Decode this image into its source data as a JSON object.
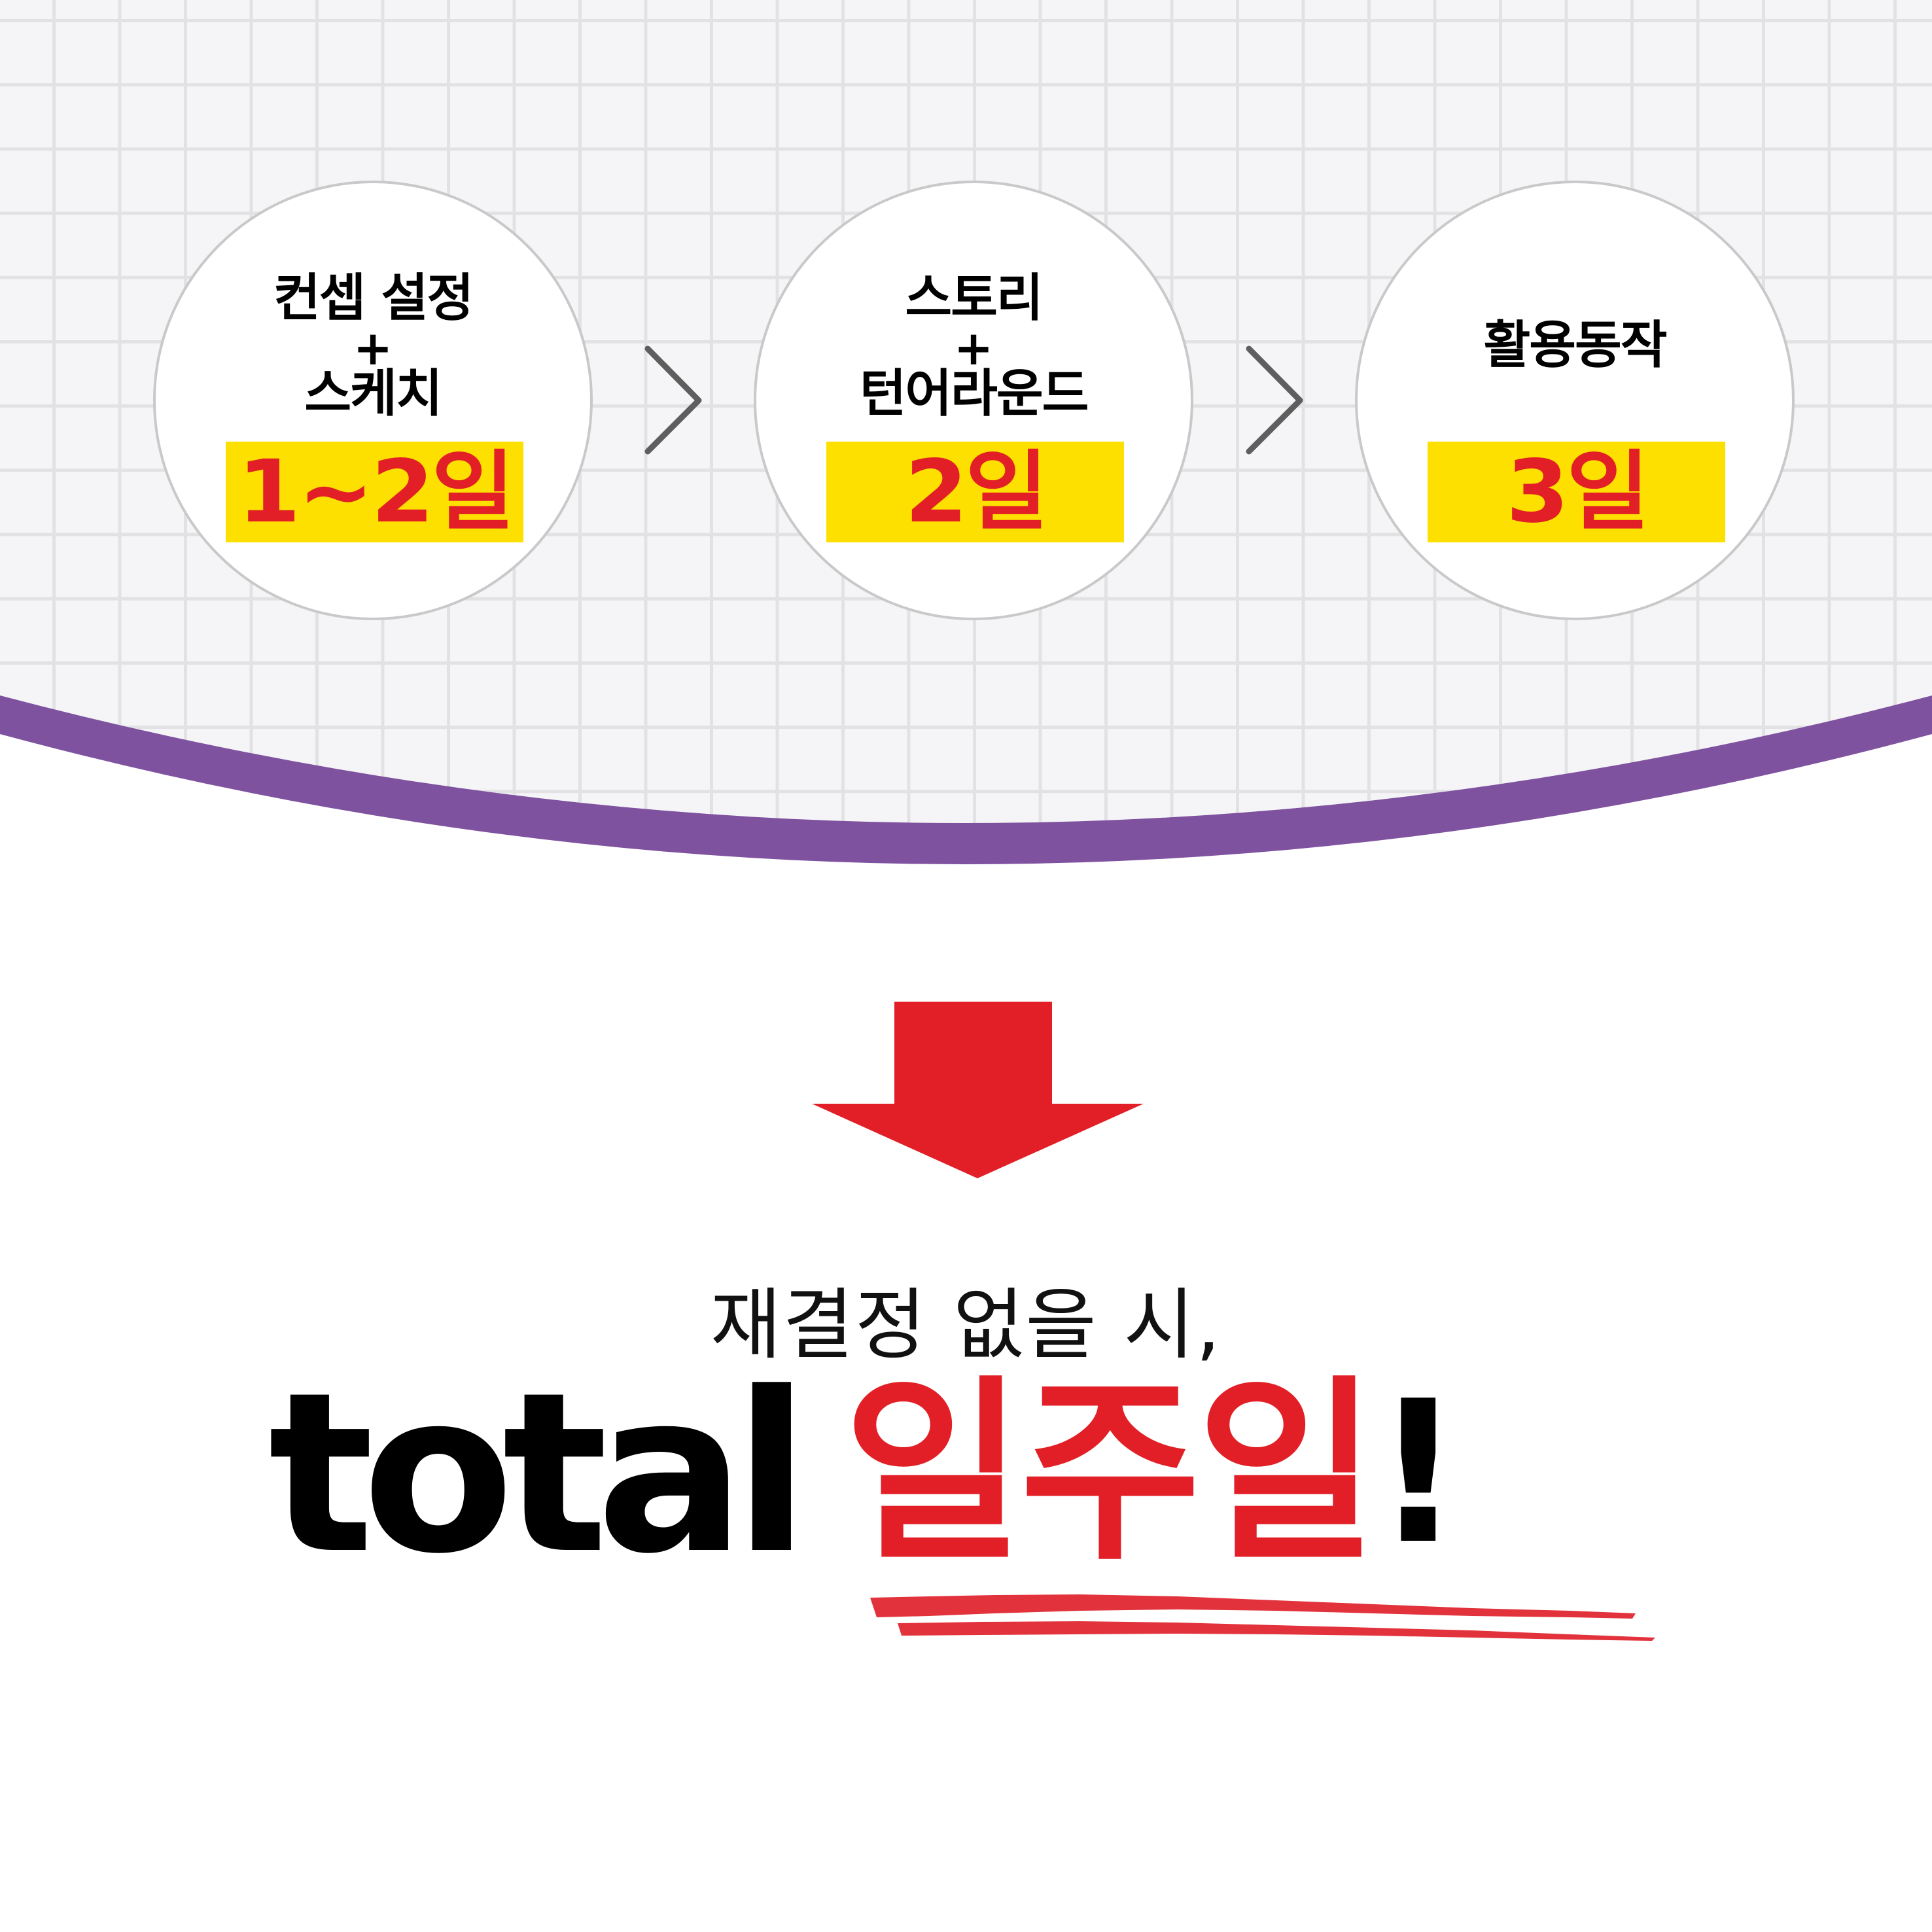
{
  "colors": {
    "grid_background": "#f5f5f7",
    "grid_line": "#e2e2e4",
    "purple_band": "#7f52a0",
    "circle_fill": "#ffffff",
    "circle_border": "#c9c9c9",
    "highlight_yellow": "#fde000",
    "accent_red": "#e21f26",
    "chevron_gray": "#5e5e5e",
    "text_black": "#000000"
  },
  "steps": [
    {
      "title_line1": "컨셉 설정",
      "plus": "+",
      "title_line2": "스케치",
      "duration": "1~2일"
    },
    {
      "title_line1": "스토리",
      "plus": "+",
      "title_line2": "턴어라운드",
      "duration": "2일"
    },
    {
      "title_line1": "활용동작",
      "plus": "",
      "title_line2": "",
      "duration": "3일"
    }
  ],
  "connectors": [
    {
      "icon": "chevron-right-icon"
    },
    {
      "icon": "chevron-right-icon"
    }
  ],
  "result_arrow": {
    "icon": "arrow-down-icon"
  },
  "summary": {
    "condition": "재결정 없을 시,",
    "total_label": "total",
    "total_value": "일주일",
    "exclamation": "!"
  }
}
